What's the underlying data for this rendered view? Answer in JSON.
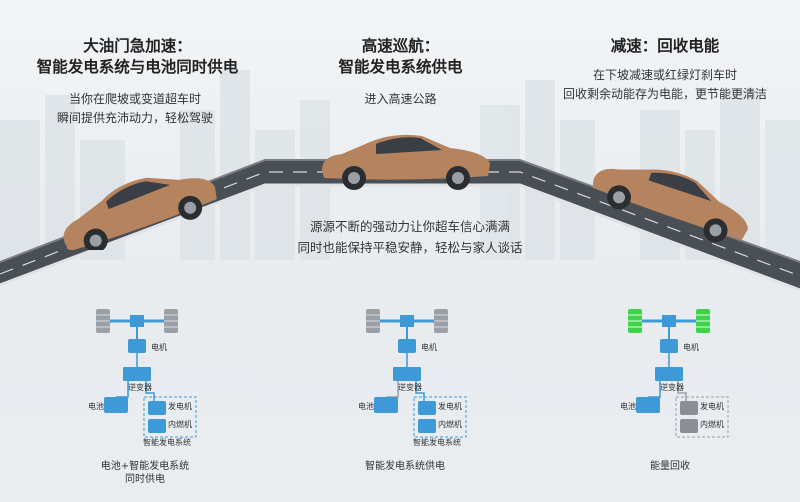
{
  "sections": [
    {
      "title_line1": "大油门急加速：",
      "title_line2": "智能发电系统与电池同时供电",
      "desc_line1": "当你在爬坡或变道超车时",
      "desc_line2": "瞬间提供充沛动力，轻松驾驶"
    },
    {
      "title_line1": "高速巡航：",
      "title_line2": "智能发电系统供电",
      "desc_line1": "进入高速公路"
    },
    {
      "title_line1": "减速：回收电能",
      "desc_line1": "在下坡减速或红绿灯刹车时",
      "desc_line2": "回收剩余动能存为电能，更节能更清洁"
    }
  ],
  "middle_text": {
    "line1": "源源不断的强动力让你超车信心满满",
    "line2": "同时也能保持平稳安静，轻松与家人谈话"
  },
  "diagram_labels": {
    "motor": "电机",
    "inverter": "逆变器",
    "battery": "电池",
    "generator": "发电机",
    "engine": "内燃机",
    "system": "智能发电系统"
  },
  "captions": {
    "left_line1": "电池+智能发电系统",
    "left_line2": "同时供电",
    "middle": "智能发电系统供电",
    "right": "能量回收"
  },
  "colors": {
    "diagram_blue": "#3d9ad6",
    "wheel_green": "#3fd34a",
    "car_bronze": "#b5835d",
    "road": "#4a4f55"
  }
}
